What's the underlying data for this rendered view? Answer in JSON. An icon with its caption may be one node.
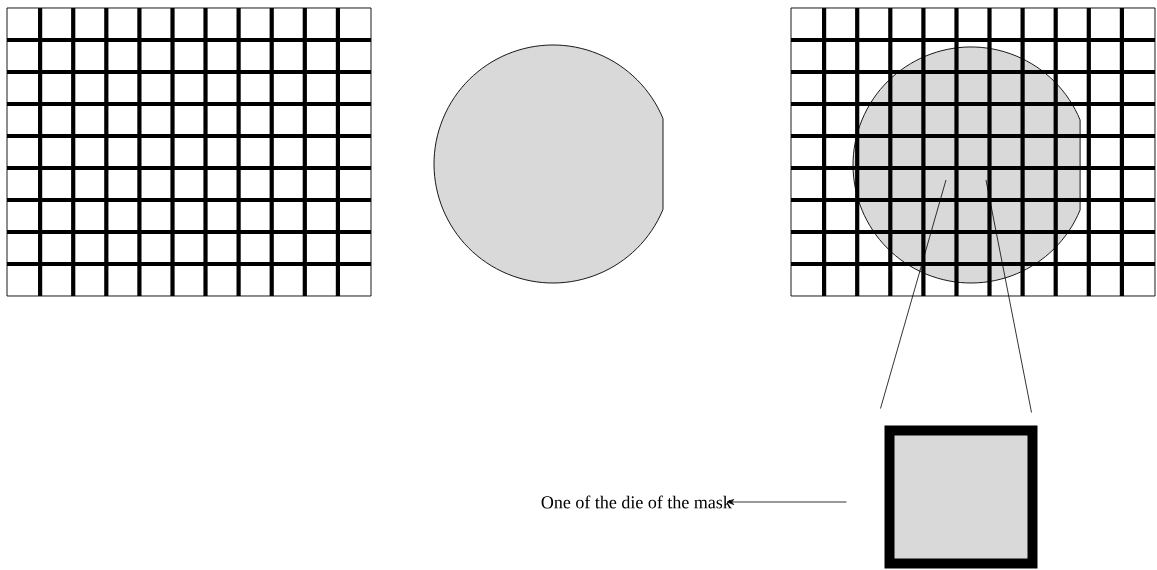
{
  "diagram": {
    "nodes": [
      {
        "text": [],
        "shape": "grid"
      },
      {
        "text": [],
        "shape": "circle"
      },
      {
        "text": [],
        "shape": "grid"
      },
      {
        "text": [],
        "shape": "circle",
        "in": 2
      },
      {
        "text": [],
        "shape": "box"
      },
      {
        "text": [
          "One of the die of the mask"
        ]
      }
    ],
    "edges": [
      {
        "from": 3,
        "to": 4,
        "arrow": "none"
      },
      {
        "from": 3,
        "to": 4,
        "arrow": "none"
      },
      {
        "from": 4,
        "to": 5,
        "arrow": "to"
      }
    ]
  }
}
